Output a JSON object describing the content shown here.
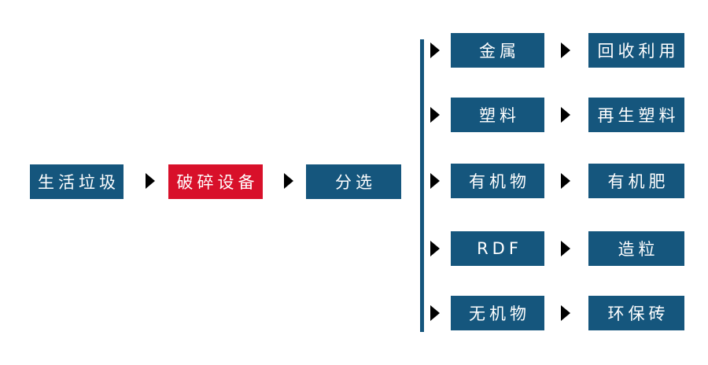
{
  "colors": {
    "box_blue": "#15567d",
    "box_red": "#d8102a",
    "connector": "#15567d",
    "text": "#ffffff",
    "background": "#ffffff"
  },
  "flow": {
    "source": "生活垃圾",
    "shredder": "破碎设备",
    "sorter": "分选"
  },
  "branches": [
    {
      "category": "金属",
      "output": "回收利用"
    },
    {
      "category": "塑料",
      "output": "再生塑料"
    },
    {
      "category": "有机物",
      "output": "有机肥"
    },
    {
      "category": "RDF",
      "output": "造粒"
    },
    {
      "category": "无机物",
      "output": "环保砖"
    }
  ]
}
